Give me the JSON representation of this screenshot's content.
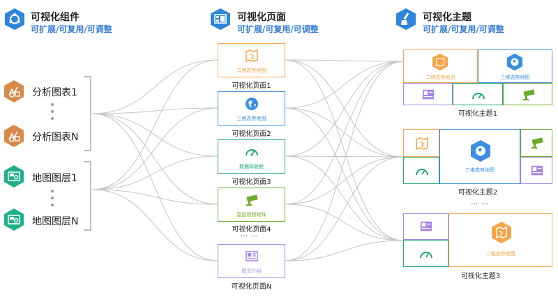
{
  "colors": {
    "orange": "#f5a54a",
    "blue": "#3a8fe0",
    "green": "#1fa873",
    "olive": "#6aaa2a",
    "purple": "#a585e8",
    "brown": "#d88a4b",
    "teal": "#1fb089",
    "header_blue": "#2d86d9",
    "subtitle_blue": "#3a7fd5",
    "line": "#c4c4c4"
  },
  "sections": {
    "components": {
      "title": "可视化组件",
      "subtitle": "可扩展/可复用/可调整",
      "icon": "component-icon"
    },
    "pages": {
      "title": "可视化页面",
      "subtitle": "可扩展/可复用/可调整",
      "icon": "page-layout-icon"
    },
    "themes": {
      "title": "可视化主题",
      "subtitle": "可扩展/可复用/可调整",
      "icon": "paint-brush-icon"
    }
  },
  "components": [
    {
      "label": "分析图表1",
      "icon": "chart-analysis-icon"
    },
    {
      "label": "分析图表N",
      "icon": "chart-analysis-icon"
    },
    {
      "label": "地图图层1",
      "icon": "map-layer-icon"
    },
    {
      "label": "地图图层N",
      "icon": "map-layer-icon"
    }
  ],
  "pages": [
    {
      "text": "二维态势地图",
      "label": "可视化页面1",
      "icon": "map-2d-icon"
    },
    {
      "text": "三维态势地图",
      "label": "可视化页面2",
      "icon": "globe-icon"
    },
    {
      "text": "数据驾驶舱",
      "label": "可视化页面3",
      "icon": "gauge-icon"
    },
    {
      "text": "监控视频矩阵",
      "label": "可视化页面4",
      "icon": "camera-icon"
    },
    {
      "text": "图文介绍",
      "label": "可视化页面N",
      "icon": "image-text-icon"
    }
  ],
  "page_ellipsis": "… …",
  "themes": [
    {
      "label": "可视化主题1",
      "cells": [
        {
          "text": "二维态势地图"
        },
        {
          "text": "三维态势地图"
        }
      ]
    },
    {
      "label": "可视化主题2",
      "cells": [
        {
          "text": "三维态势地图"
        }
      ]
    },
    {
      "label": "可视化主题3",
      "cells": [
        {
          "text": "二维态势地图"
        }
      ]
    }
  ],
  "theme_ellipsis": "… …"
}
